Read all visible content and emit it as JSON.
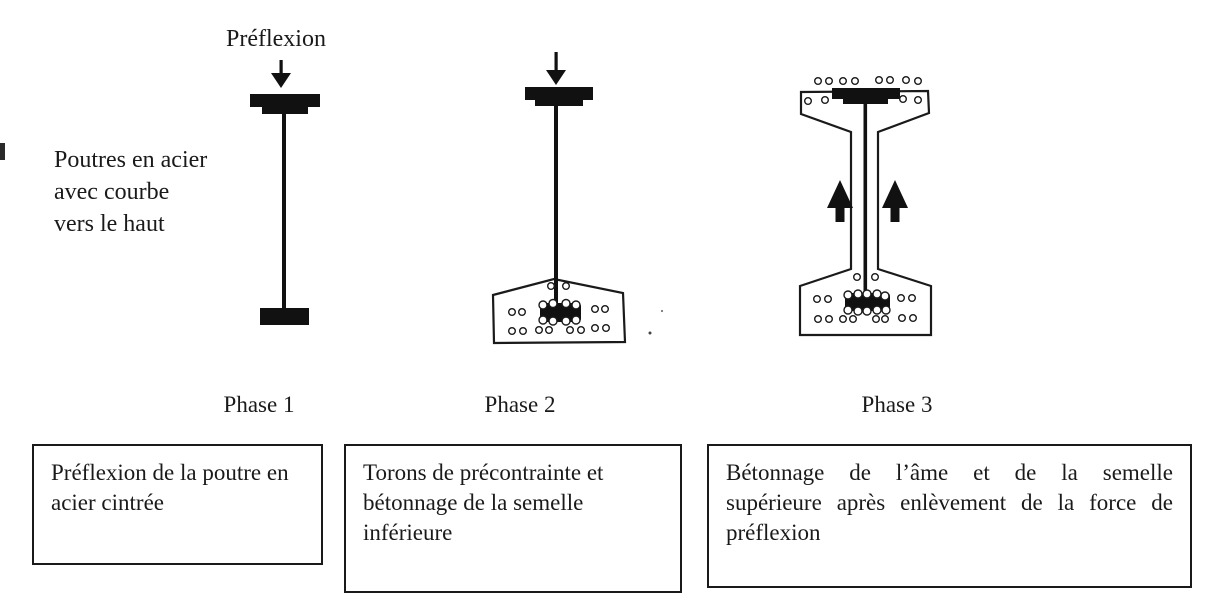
{
  "colors": {
    "ink": "#1a1a1a",
    "background": "#ffffff"
  },
  "figure": {
    "preflexion_label": "Préflexion",
    "side_note": {
      "line1": "Poutres en acier",
      "line2": "avec courbe",
      "line3": "vers le haut"
    }
  },
  "phases": [
    {
      "label": "Phase 1",
      "caption": "Préflexion de la poutre en acier cintrée"
    },
    {
      "label": "Phase 2",
      "caption": "Torons de précontrainte et bétonnage de la semelle inférieure"
    },
    {
      "label": "Phase 3",
      "caption": "Bétonnage de l’âme et de la semelle supérieure après enlèvement de la force de préflexion"
    }
  ]
}
